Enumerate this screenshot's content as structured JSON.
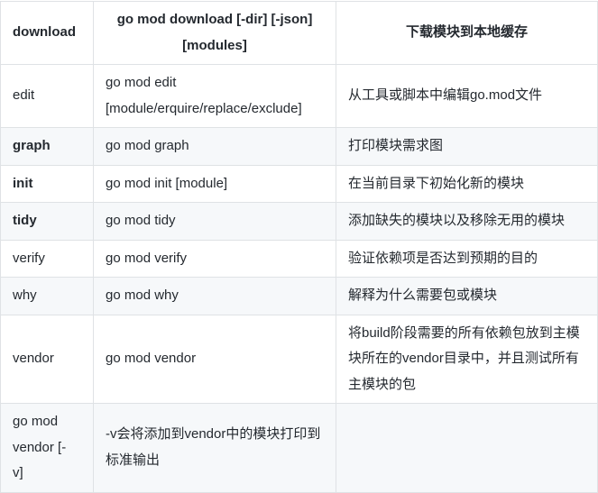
{
  "colors": {
    "border": "#dfe2e5",
    "stripe_row_background": "#f6f8fa",
    "text": "#24292f",
    "background": "#ffffff"
  },
  "table": {
    "header": {
      "command": "download",
      "syntax": "go mod download [-dir] [-json] [modules]",
      "desc": "下载模块到本地缓存"
    },
    "rows": [
      {
        "command": "edit",
        "syntax": "go mod edit [module/erquire/replace/exclude]",
        "desc": "从工具或脚本中编辑go.mod文件"
      },
      {
        "command": "graph",
        "syntax": "go mod graph",
        "desc": "打印模块需求图"
      },
      {
        "command": "init",
        "syntax": "go mod init [module]",
        "desc": "在当前目录下初始化新的模块"
      },
      {
        "command": "tidy",
        "syntax": "go mod tidy",
        "desc": "添加缺失的模块以及移除无用的模块"
      },
      {
        "command": "verify",
        "syntax": "go mod verify",
        "desc": "验证依赖项是否达到预期的目的"
      },
      {
        "command": "why",
        "syntax": "go mod why",
        "desc": "解释为什么需要包或模块"
      },
      {
        "command": "vendor",
        "syntax": "go mod vendor",
        "desc": "将build阶段需要的所有依赖包放到主模块所在的vendor目录中，并且测试所有主模块的包"
      },
      {
        "command": "go mod vendor [-v]",
        "syntax": "-v会将添加到vendor中的模块打印到标准输出",
        "desc": ""
      }
    ]
  }
}
